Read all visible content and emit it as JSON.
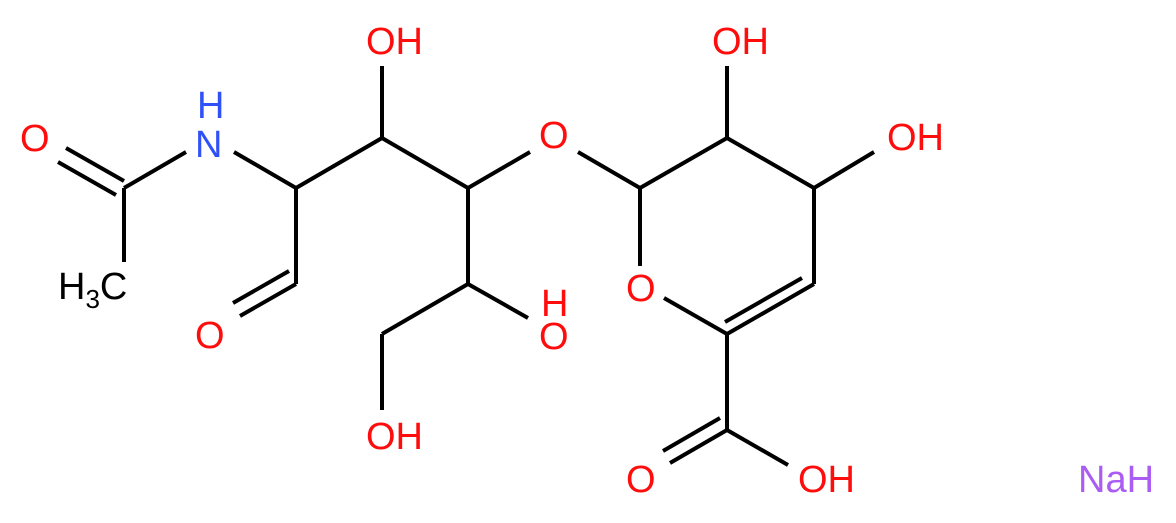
{
  "molecule": {
    "colors": {
      "bond": "#000000",
      "oxygen": "#ff0d0d",
      "nitrogen": "#3050f8",
      "carbon": "#000000",
      "sodium": "#ab5cf2"
    },
    "labels": {
      "o_acetyl": "O",
      "nh": "H",
      "n": "N",
      "ch3_main": "H",
      "ch3_sub": "3",
      "ch3_c": "C",
      "oh_c3": "OH",
      "o_glyco": "O",
      "o_aldehyde": "O",
      "oh_c5_h": "H",
      "oh_c5_o": "O",
      "oh_c6": "OH",
      "oh_ring_top": "OH",
      "oh_ring_right": "OH",
      "o_ring": "O",
      "o_carbonyl": "O",
      "oh_acid": "OH",
      "na": "NaH"
    }
  }
}
